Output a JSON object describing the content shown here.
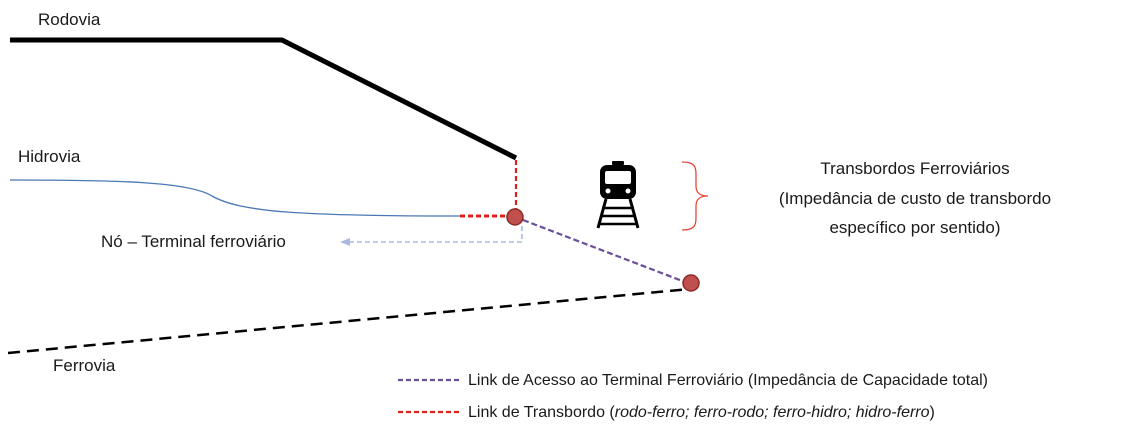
{
  "labels": {
    "rodovia": "Rodovia",
    "hidrovia": "Hidrovia",
    "ferrovia": "Ferrovia",
    "no_terminal": "Nó – Terminal ferroviário"
  },
  "transbordos": {
    "line1": "Transbordos Ferroviários",
    "line2": "(Impedância de custo de transbordo",
    "line3": "específico por sentido)"
  },
  "legend": {
    "access_link": "Link de Acesso ao Terminal Ferroviário (Impedância de Capacidade total)",
    "transfer_prefix": "Link de Transbordo (",
    "transfer_italic": "rodo-ferro; ferro-rodo; ferro-hidro; hidro-ferro",
    "transfer_suffix": ")"
  },
  "colors": {
    "road": "#000000",
    "water": "#4a78b5",
    "rail": "#000000",
    "access_link": "#6a4f9a",
    "transfer_link": "#e0201b",
    "node_fill": "#c0504d",
    "node_stroke": "#8b2a27",
    "pointer_arrow": "#aab8e0",
    "brace": "#e8463c"
  },
  "icons": {
    "train": "train-icon"
  }
}
